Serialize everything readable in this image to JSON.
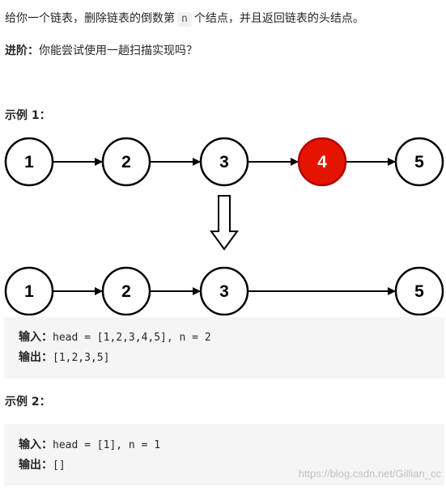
{
  "problem": {
    "before": "给你一个链表，删除链表的倒数第",
    "code": "n",
    "after": "个结点，并且返回链表的头结点。"
  },
  "followup": {
    "label": "进阶：",
    "text": "你能尝试使用一趟扫描实现吗？"
  },
  "example1": {
    "heading": "示例 1：",
    "before_list": [
      "1",
      "2",
      "3",
      "4",
      "5"
    ],
    "removed_node": "4",
    "after_list": [
      "1",
      "2",
      "3",
      "5"
    ],
    "input_label": "输入：",
    "input": "head = [1,2,3,4,5], n = 2",
    "output_label": "输出：",
    "output": "[1,2,3,5]"
  },
  "example2": {
    "heading": "示例 2：",
    "input_label": "输入：",
    "input": "head = [1], n = 1",
    "output_label": "输出：",
    "output": "[]"
  },
  "colors": {
    "highlight": "#e51400",
    "code_background": "#f5f5f5"
  },
  "watermark": "https://blog.csdn.net/Gillian_cc"
}
